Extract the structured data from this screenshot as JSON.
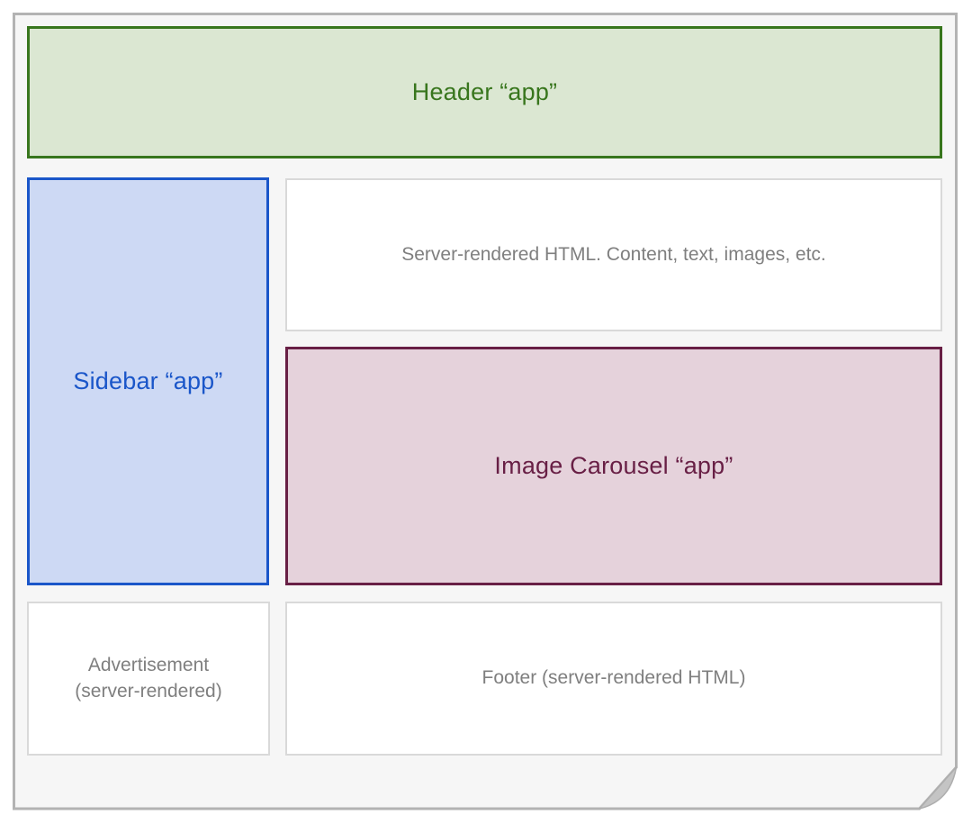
{
  "colors": {
    "page_fill": "#f6f6f6",
    "page_border": "#b3b3b3",
    "fold_fill": "#c4c4c4",
    "fold_edge": "#aeaeae",
    "header_fill": "#dbe7d2",
    "header_border": "#38761d",
    "header_text": "#38761d",
    "sidebar_fill": "#cdd9f4",
    "sidebar_border": "#1a56c9",
    "sidebar_text": "#1a56c9",
    "carousel_fill": "#e5d2db",
    "carousel_border": "#681f45",
    "carousel_text": "#681f45",
    "plain_fill": "#ffffff",
    "plain_border": "#d9d9d9",
    "plain_text": "#7f7f7f"
  },
  "boxes": {
    "header": {
      "label": "Header “app”"
    },
    "sidebar": {
      "label": "Sidebar “app”"
    },
    "content": {
      "label": "Server-rendered HTML. Content, text, images, etc."
    },
    "carousel": {
      "label": "Image Carousel “app”"
    },
    "advertisement": {
      "line1": "Advertisement",
      "line2": "(server-rendered)"
    },
    "footer": {
      "label": "Footer (server-rendered HTML)"
    }
  }
}
